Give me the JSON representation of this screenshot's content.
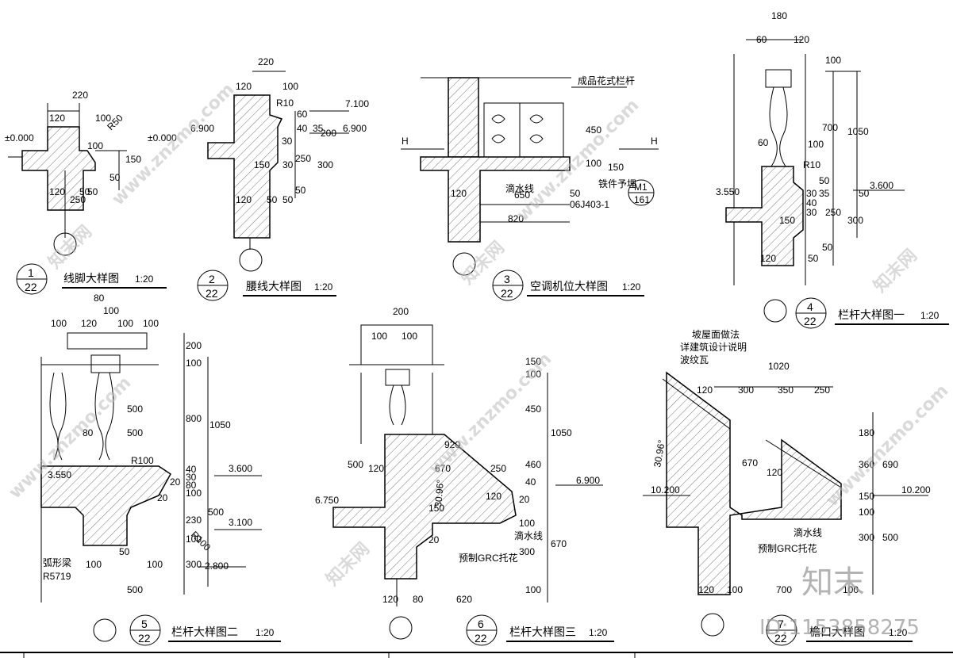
{
  "details": [
    {
      "num": "1",
      "sheet": "22",
      "title": "线脚大样图",
      "scale": "1:20",
      "levels": [
        "±0.000",
        "±0.000"
      ],
      "dims": [
        "220",
        "120",
        "100",
        "R50",
        "100",
        "150",
        "50",
        "120",
        "50",
        "250",
        "50"
      ]
    },
    {
      "num": "2",
      "sheet": "22",
      "title": "腰线大样图",
      "scale": "1:20",
      "levels": [
        "7.100",
        "6.900",
        "6.900"
      ],
      "dims": [
        "220",
        "120",
        "100",
        "R10",
        "60",
        "40",
        "30",
        "35",
        "200",
        "150",
        "250",
        "30",
        "300",
        "50",
        "120",
        "50",
        "50"
      ]
    },
    {
      "num": "3",
      "sheet": "22",
      "title": "空调机位大样图",
      "scale": "1:20",
      "levels": [
        "H",
        "H"
      ],
      "notes": [
        "成品花式栏杆",
        "滴水线",
        "铁件予埋",
        "06J403-1",
        "M1",
        "161"
      ],
      "dims": [
        "450",
        "100",
        "150",
        "650",
        "50",
        "820",
        "120"
      ]
    },
    {
      "num": "4",
      "sheet": "22",
      "title": "栏杆大样图一",
      "scale": "1:20",
      "levels": [
        "3.550",
        "3.600"
      ],
      "dims": [
        "180",
        "60",
        "120",
        "100",
        "700",
        "1050",
        "60",
        "100",
        "R10",
        "50",
        "30",
        "40",
        "35",
        "50",
        "30",
        "250",
        "150",
        "300",
        "50",
        "120",
        "50"
      ]
    },
    {
      "num": "5",
      "sheet": "22",
      "title": "栏杆大样图二",
      "scale": "1:20",
      "levels": [
        "3.550",
        "3.600",
        "3.100",
        "2.800"
      ],
      "notes": [
        "弧形梁",
        "R5719"
      ],
      "dims": [
        "80",
        "100",
        "100",
        "120",
        "100",
        "100",
        "200",
        "100",
        "800",
        "1050",
        "500",
        "500",
        "80",
        "R100",
        "40",
        "30",
        "80",
        "100",
        "20",
        "20",
        "500",
        "230",
        "100",
        "R100",
        "50",
        "100",
        "100",
        "300",
        "500"
      ]
    },
    {
      "num": "6",
      "sheet": "22",
      "title": "栏杆大样图三",
      "scale": "1:20",
      "levels": [
        "6.750",
        "6.900"
      ],
      "notes": [
        "滴水线",
        "预制GRC托花"
      ],
      "dims": [
        "200",
        "100",
        "100",
        "150",
        "100",
        "450",
        "1050",
        "920",
        "500",
        "120",
        "670",
        "250",
        "460",
        "40",
        "30.96°",
        "150",
        "20",
        "120",
        "100",
        "300",
        "670",
        "20",
        "120",
        "80",
        "620",
        "100"
      ]
    },
    {
      "num": "7",
      "sheet": "22",
      "title": "檐口大样图",
      "scale": "1:20",
      "levels": [
        "10.200",
        "10.200"
      ],
      "notes": [
        "坡屋面做法",
        "详建筑设计说明",
        "波纹瓦",
        "滴水线",
        "预制GRC托花"
      ],
      "dims": [
        "1020",
        "120",
        "300",
        "350",
        "250",
        "180",
        "670",
        "360",
        "690",
        "120",
        "30.96°",
        "150",
        "100",
        "300",
        "500",
        "120",
        "100",
        "700",
        "100"
      ]
    }
  ],
  "watermarks": [
    "www.znzmo.com",
    "知末网",
    "知末",
    "ID:1153858275"
  ]
}
